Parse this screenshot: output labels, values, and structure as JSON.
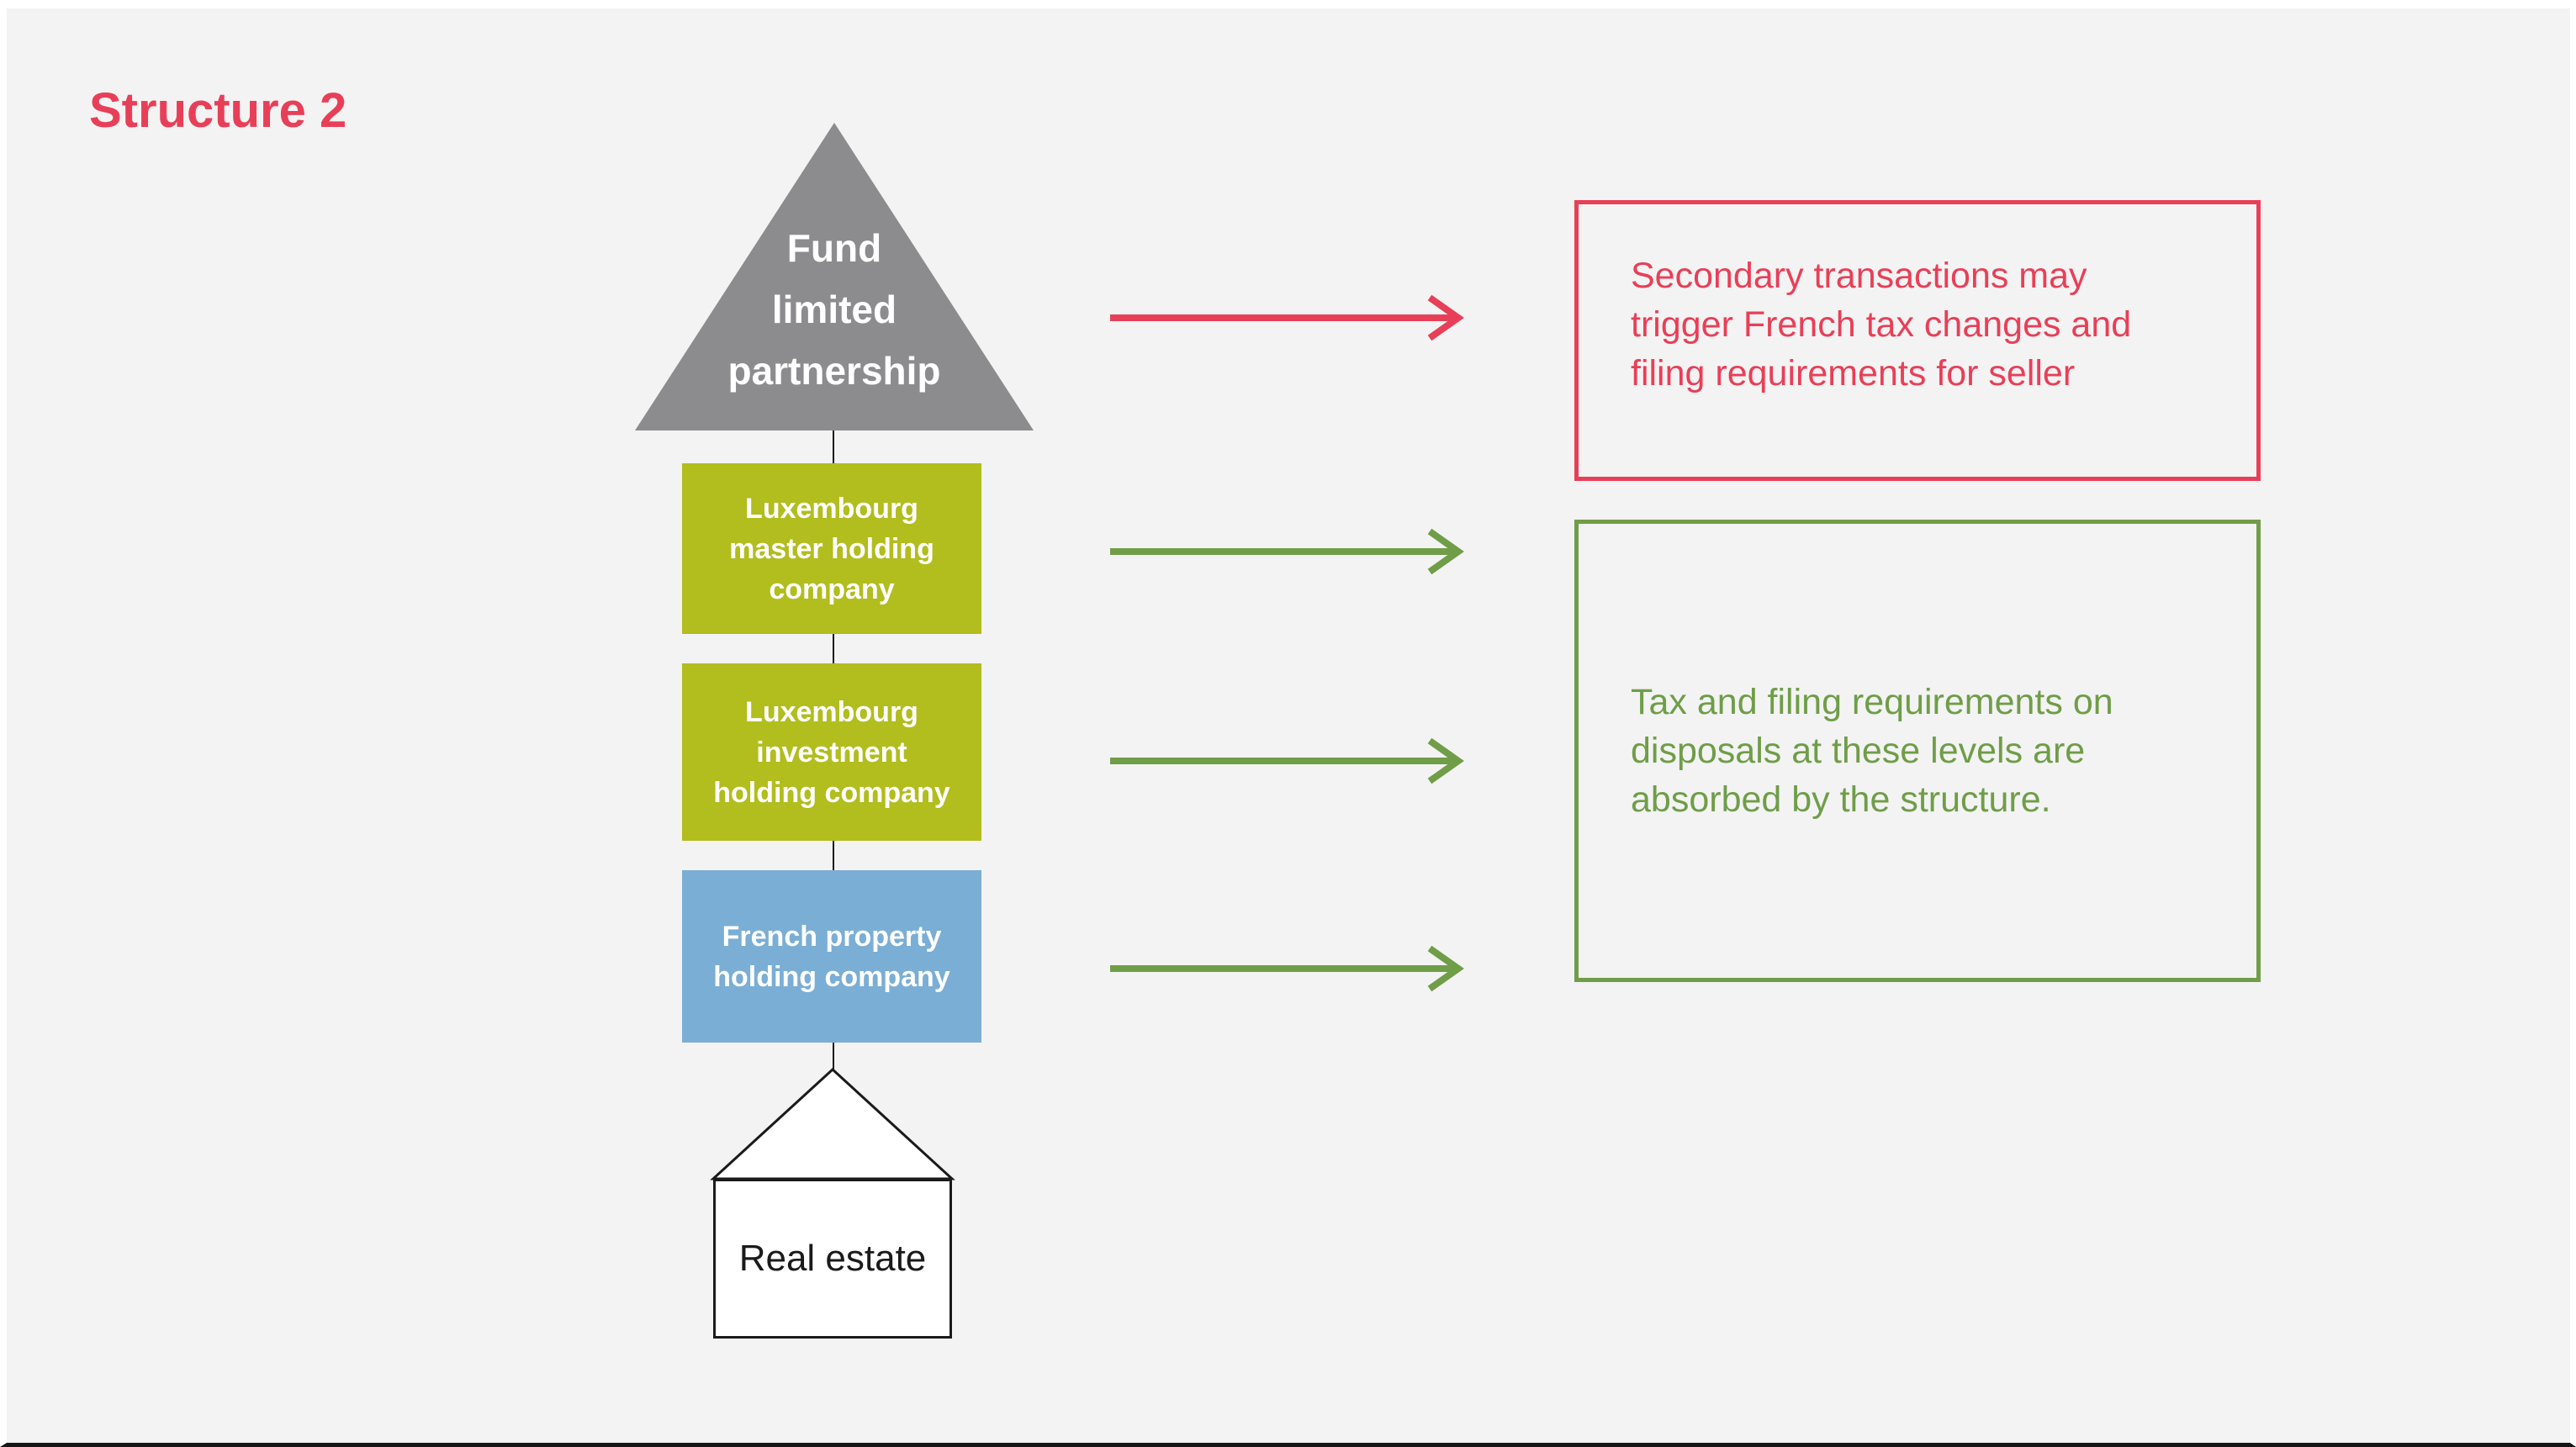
{
  "page": {
    "title": "Structure 2",
    "background_color": "#f3f3f3"
  },
  "colors": {
    "accent_red": "#e83f58",
    "olive_green": "#b2bd1e",
    "light_blue": "#7aaed5",
    "triangle_gray": "#8c8b8e",
    "note_green": "#6f9d48",
    "line_black": "#1a1a1a"
  },
  "structure": {
    "fund": {
      "shape": "triangle",
      "lines": [
        "Fund",
        "limited",
        "partnership"
      ]
    },
    "lux_master": {
      "shape": "rectangle",
      "lines": [
        "Luxembourg",
        "master holding",
        "company"
      ]
    },
    "lux_investment": {
      "shape": "rectangle",
      "lines": [
        "Luxembourg",
        "investment",
        "holding company"
      ]
    },
    "french_property": {
      "shape": "rectangle",
      "lines": [
        "French property",
        "holding company"
      ]
    },
    "real_estate": {
      "shape": "house",
      "label": "Real estate"
    }
  },
  "notes": {
    "secondary": {
      "lines": [
        "Secondary transactions may",
        "trigger French tax changes and",
        "filing requirements for seller"
      ]
    },
    "absorbed": {
      "lines": [
        "Tax and filing requirements on",
        "disposals at these levels are",
        "absorbed by the structure."
      ]
    }
  }
}
